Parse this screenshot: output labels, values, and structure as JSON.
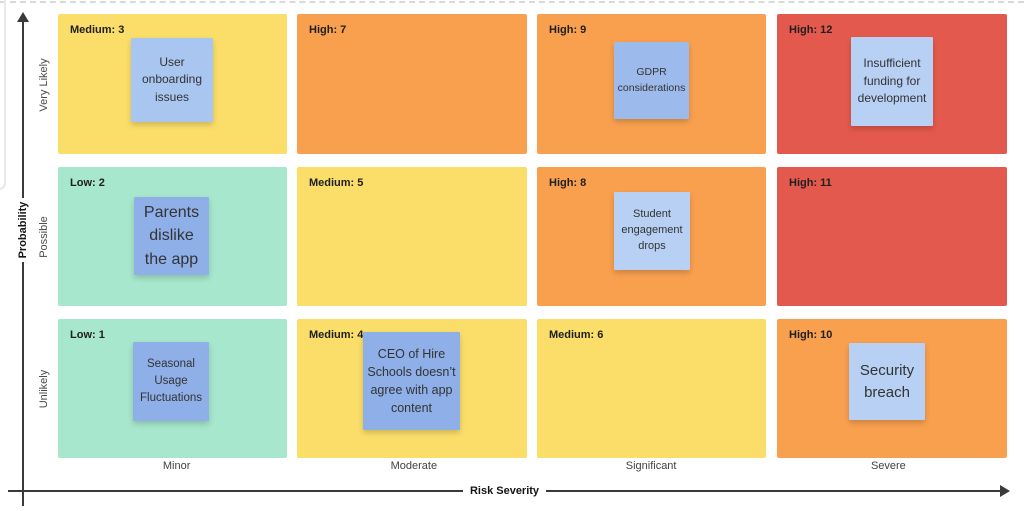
{
  "board": {
    "type": "risk-matrix"
  },
  "palette": {
    "cell_green": "#a7e7cd",
    "cell_yellow": "#fbde6a",
    "cell_orange": "#f9a04f",
    "cell_red": "#e4594d",
    "sticky_blue_light": "#b7d0f3",
    "sticky_blue_soft": "#a9c6f0",
    "sticky_blue_mid": "#9dbaed",
    "sticky_blue_deep": "#8fafe9",
    "axis_color": "#3a3a3a"
  },
  "axes": {
    "y": {
      "label": "Probability"
    },
    "x": {
      "label": "Risk Severity"
    }
  },
  "row_labels": [
    "Very Likely",
    "Possible",
    "Unlikely"
  ],
  "col_labels": [
    "Minor",
    "Moderate",
    "Significant",
    "Severe"
  ],
  "cells": [
    {
      "row": "Very Likely",
      "col": "Minor",
      "label": "Medium: 3",
      "level": "medium",
      "score": 3,
      "color": "#fbde6a",
      "sticky": {
        "text": "User onboarding issues",
        "color": "#a9c6f0"
      }
    },
    {
      "row": "Very Likely",
      "col": "Moderate",
      "label": "High: 7",
      "level": "high",
      "score": 7,
      "color": "#f9a04f",
      "sticky": null
    },
    {
      "row": "Very Likely",
      "col": "Significant",
      "label": "High: 9",
      "level": "high",
      "score": 9,
      "color": "#f9a04f",
      "sticky": {
        "text": "GDPR considerations",
        "color": "#9dbaed"
      }
    },
    {
      "row": "Very Likely",
      "col": "Severe",
      "label": "High: 12",
      "level": "high",
      "score": 12,
      "color": "#e4594d",
      "sticky": {
        "text": "Insufficient funding for development",
        "color": "#b7d0f3"
      }
    },
    {
      "row": "Possible",
      "col": "Minor",
      "label": "Low: 2",
      "level": "low",
      "score": 2,
      "color": "#a7e7cd",
      "sticky": {
        "text": "Parents dislike the app",
        "color": "#8fafe9"
      }
    },
    {
      "row": "Possible",
      "col": "Moderate",
      "label": "Medium: 5",
      "level": "medium",
      "score": 5,
      "color": "#fbde6a",
      "sticky": null
    },
    {
      "row": "Possible",
      "col": "Significant",
      "label": "High: 8",
      "level": "high",
      "score": 8,
      "color": "#f9a04f",
      "sticky": {
        "text": "Student engagement drops",
        "color": "#b7d0f3"
      }
    },
    {
      "row": "Possible",
      "col": "Severe",
      "label": "High: 11",
      "level": "high",
      "score": 11,
      "color": "#e4594d",
      "sticky": null
    },
    {
      "row": "Unlikely",
      "col": "Minor",
      "label": "Low: 1",
      "level": "low",
      "score": 1,
      "color": "#a7e7cd",
      "sticky": {
        "text": "Seasonal Usage Fluctuations",
        "color": "#8fafe9"
      }
    },
    {
      "row": "Unlikely",
      "col": "Moderate",
      "label": "Medium: 4",
      "level": "medium",
      "score": 4,
      "color": "#fbde6a",
      "sticky": {
        "text": "CEO of Hire Schools doesn’t agree with app content",
        "color": "#8fafe9"
      }
    },
    {
      "row": "Unlikely",
      "col": "Significant",
      "label": "Medium: 6",
      "level": "medium",
      "score": 6,
      "color": "#fbde6a",
      "sticky": null
    },
    {
      "row": "Unlikely",
      "col": "Severe",
      "label": "High: 10",
      "level": "high",
      "score": 10,
      "color": "#f9a04f",
      "sticky": {
        "text": "Security breach",
        "color": "#b7d0f3"
      }
    }
  ]
}
